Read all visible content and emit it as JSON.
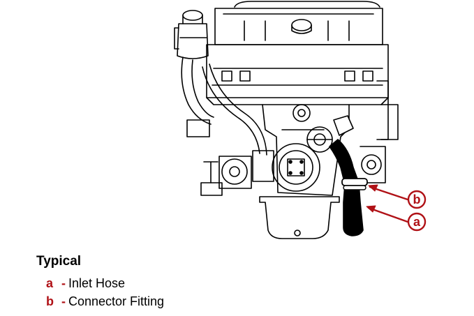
{
  "figure": {
    "callouts": [
      {
        "id": "b",
        "letter": "b"
      },
      {
        "id": "a",
        "letter": "a"
      }
    ],
    "accent_color": "#b01116"
  },
  "caption": {
    "title": "Typical",
    "legend": [
      {
        "letter": "a",
        "dash": "-",
        "label": "Inlet Hose"
      },
      {
        "letter": "b",
        "dash": "-",
        "label": "Connector Fitting"
      }
    ]
  }
}
